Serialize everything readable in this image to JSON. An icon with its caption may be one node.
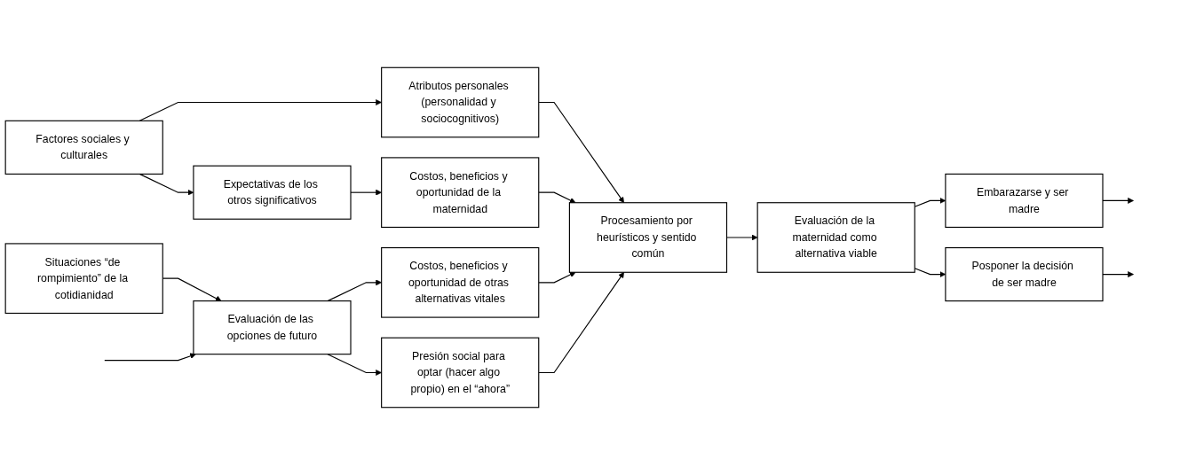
{
  "diagram": {
    "nodes": [
      {
        "text": [
          "Factores sociales y culturales"
        ]
      },
      {
        "text": [
          "Atributos personales (personalidad y sociocognitivos)"
        ]
      },
      {
        "text": [
          "Embarazarse y ser madre"
        ]
      },
      {
        "text": [
          "Expectativas de los otros significativos"
        ]
      },
      {
        "text": [
          "Costos, beneficios y oportunidad de la maternidad"
        ]
      },
      {
        "text": [
          "Procesamiento por heurísticos y sentido común"
        ]
      },
      {
        "text": [
          "Evaluación de la maternidad como alternativa viable"
        ]
      },
      {
        "text": [
          "Costos, beneficios y oportunidad de otras alternativas vitales"
        ]
      },
      {
        "text": [
          "Situaciones “de rompimiento” de la cotidianidad"
        ]
      },
      {
        "text": [
          "Evaluación de las opciones de futuro"
        ]
      },
      {
        "text": [
          "Presión social para optar (hacer algo propio) en el “ahora”"
        ]
      },
      {
        "text": [
          "Posponer la decisión de ser madre"
        ]
      }
    ],
    "edges": [
      {
        "from": 0,
        "to": 1,
        "arrow": "to"
      },
      {
        "from": 0,
        "to": 3,
        "arrow": "to"
      },
      {
        "from": 3,
        "to": 4,
        "arrow": "to"
      },
      {
        "from": 1,
        "to": 5,
        "arrow": "to"
      },
      {
        "from": 4,
        "to": 5,
        "arrow": "to"
      },
      {
        "from": 7,
        "to": 5,
        "arrow": "to"
      },
      {
        "from": 5,
        "to": 6,
        "arrow": "to"
      },
      {
        "from": 6,
        "to": 2,
        "arrow": "to"
      },
      {
        "from": 6,
        "to": 11,
        "arrow": "to"
      },
      {
        "from": 8,
        "to": 9,
        "arrow": "to"
      },
      {
        "from": 9,
        "to": 7,
        "arrow": "to"
      },
      {
        "from": 9,
        "to": 10,
        "arrow": "to"
      },
      {
        "from": 10,
        "to": 5,
        "arrow": "to"
      },
      {
        "from": 2,
        "to": null,
        "arrow": "to"
      },
      {
        "from": 11,
        "to": null,
        "arrow": "to"
      },
      {
        "from": null,
        "to": 9,
        "arrow": "to"
      }
    ]
  }
}
